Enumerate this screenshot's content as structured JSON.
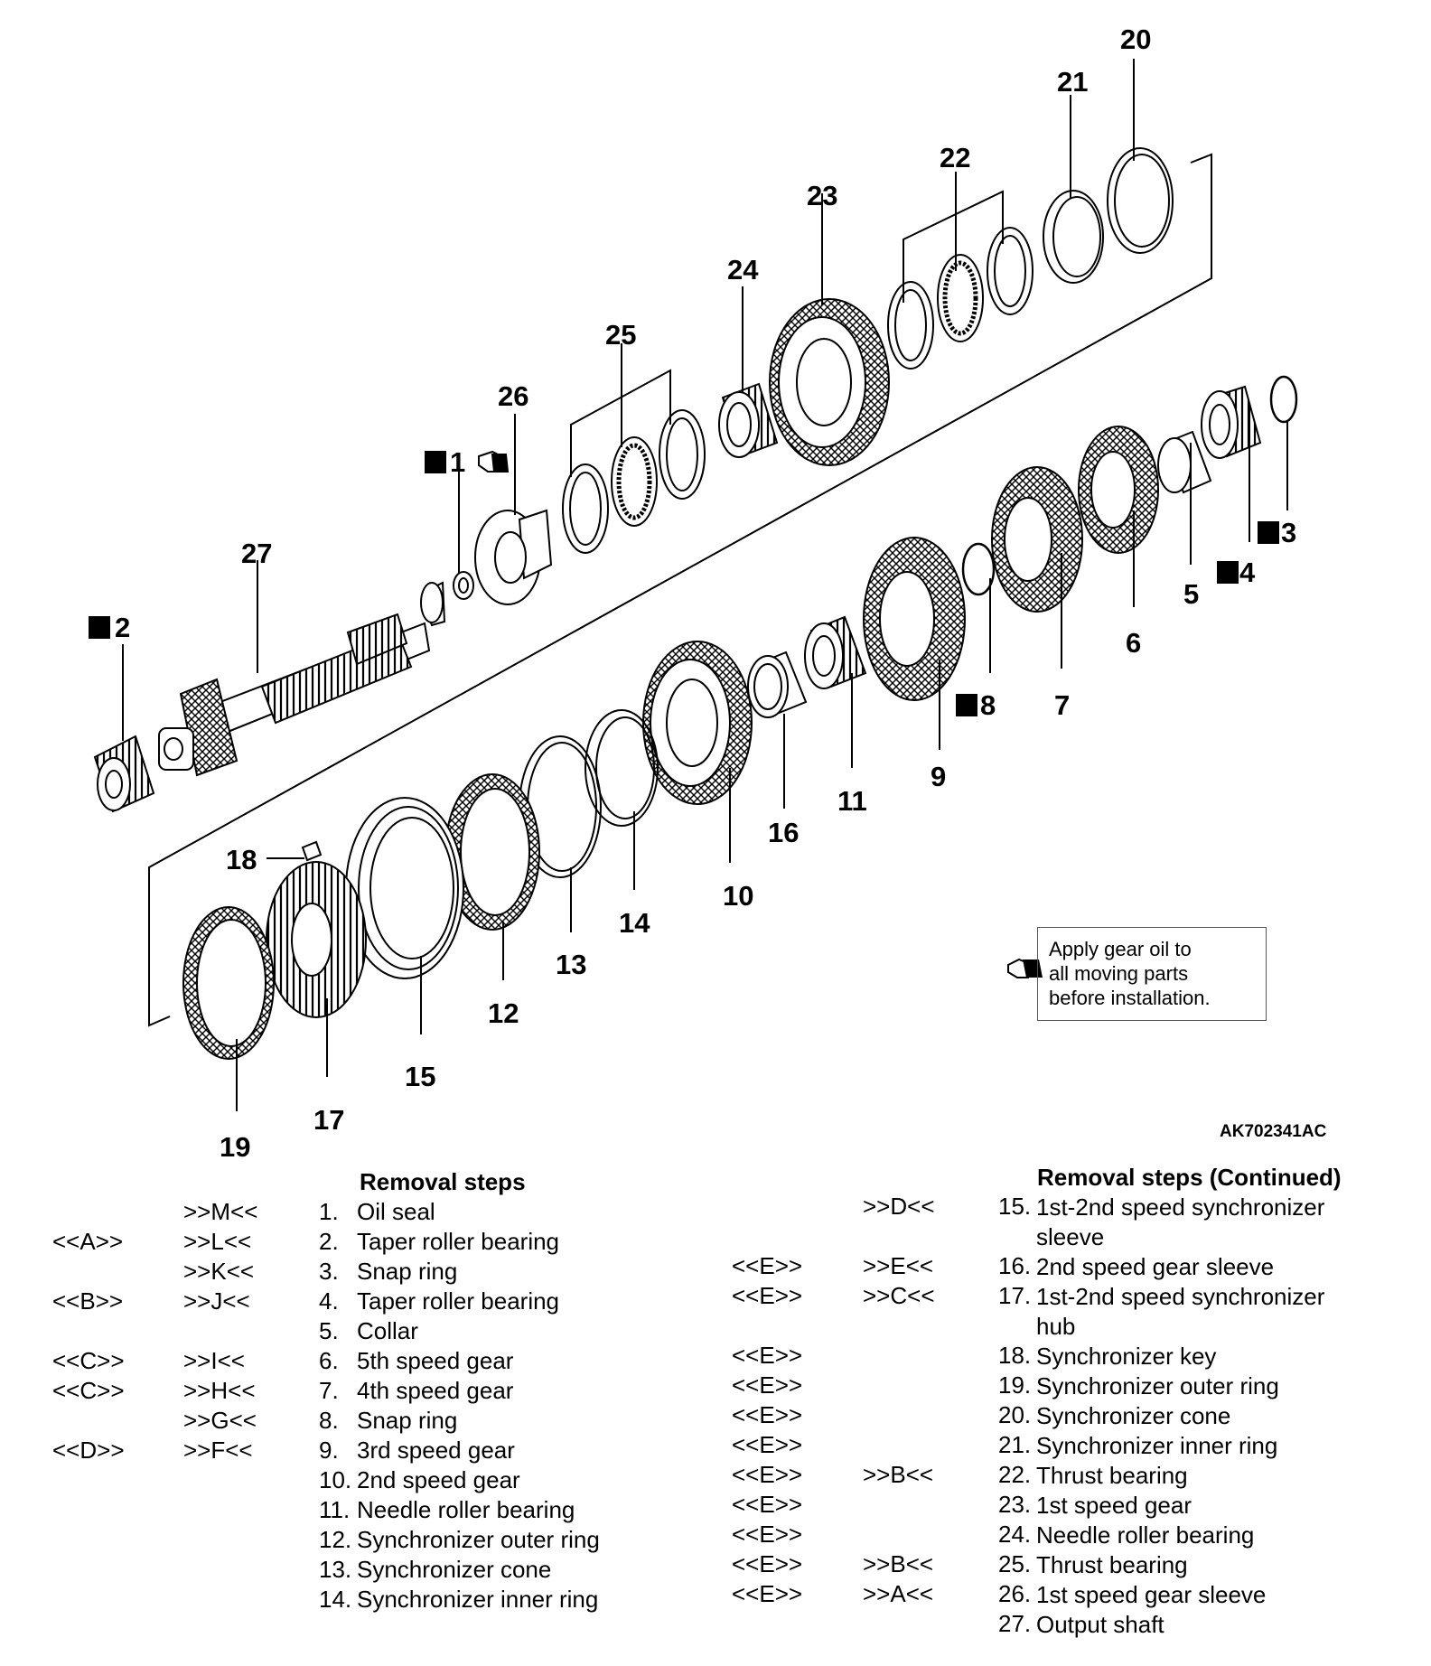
{
  "diagram": {
    "callouts": [
      "20",
      "21",
      "22",
      "23",
      "24",
      "25",
      "26",
      "N1",
      "27",
      "N2",
      "N3",
      "N4",
      "5",
      "6",
      "7",
      "N8",
      "9",
      "11",
      "16",
      "10",
      "14",
      "13",
      "12",
      "15",
      "17",
      "18",
      "19"
    ],
    "new_part_marker": "N",
    "note": [
      "Apply gear oil to",
      "all moving parts",
      "before installation."
    ],
    "note_icon": "oil-can-icon",
    "doc_code": "AK702341AC"
  },
  "removal_steps": {
    "title": "Removal steps",
    "title_continued": "Removal steps (Continued)",
    "left": [
      {
        "a": "",
        "b": ">>M<<",
        "num": "1.",
        "name": "Oil seal"
      },
      {
        "a": "<<A>>",
        "b": ">>L<<",
        "num": "2.",
        "name": "Taper roller bearing"
      },
      {
        "a": "",
        "b": ">>K<<",
        "num": "3.",
        "name": "Snap ring"
      },
      {
        "a": "<<B>>",
        "b": ">>J<<",
        "num": "4.",
        "name": "Taper roller bearing"
      },
      {
        "a": "",
        "b": "",
        "num": "5.",
        "name": "Collar"
      },
      {
        "a": "<<C>>",
        "b": ">>I<<",
        "num": "6.",
        "name": "5th speed gear"
      },
      {
        "a": "<<C>>",
        "b": ">>H<<",
        "num": "7.",
        "name": "4th speed gear"
      },
      {
        "a": "",
        "b": ">>G<<",
        "num": "8.",
        "name": "Snap ring"
      },
      {
        "a": "<<D>>",
        "b": ">>F<<",
        "num": "9.",
        "name": "3rd speed gear"
      },
      {
        "a": "",
        "b": "",
        "num": "10.",
        "name": "2nd speed gear"
      },
      {
        "a": "",
        "b": "",
        "num": "11.",
        "name": "Needle roller bearing"
      },
      {
        "a": "",
        "b": "",
        "num": "12.",
        "name": "Synchronizer outer ring"
      },
      {
        "a": "",
        "b": "",
        "num": "13.",
        "name": "Synchronizer cone"
      },
      {
        "a": "",
        "b": "",
        "num": "14.",
        "name": "Synchronizer inner ring"
      }
    ],
    "right": [
      {
        "a": "",
        "b": ">>D<<",
        "num": "15.",
        "name": "1st-2nd speed synchronizer sleeve"
      },
      {
        "a": "<<E>>",
        "b": ">>E<<",
        "num": "16.",
        "name": "2nd speed gear sleeve"
      },
      {
        "a": "<<E>>",
        "b": ">>C<<",
        "num": "17.",
        "name": "1st-2nd speed synchronizer hub"
      },
      {
        "a": "<<E>>",
        "b": "",
        "num": "18.",
        "name": "Synchronizer key"
      },
      {
        "a": "<<E>>",
        "b": "",
        "num": "19.",
        "name": "Synchronizer outer ring"
      },
      {
        "a": "<<E>>",
        "b": "",
        "num": "20.",
        "name": "Synchronizer cone"
      },
      {
        "a": "<<E>>",
        "b": "",
        "num": "21.",
        "name": "Synchronizer inner ring"
      },
      {
        "a": "<<E>>",
        "b": ">>B<<",
        "num": "22.",
        "name": "Thrust bearing"
      },
      {
        "a": "<<E>>",
        "b": "",
        "num": "23.",
        "name": "1st speed gear"
      },
      {
        "a": "<<E>>",
        "b": "",
        "num": "24.",
        "name": "Needle roller bearing"
      },
      {
        "a": "<<E>>",
        "b": ">>B<<",
        "num": "25.",
        "name": "Thrust bearing"
      },
      {
        "a": "<<E>>",
        "b": ">>A<<",
        "num": "26.",
        "name": "1st speed gear sleeve"
      },
      {
        "a": "",
        "b": "",
        "num": "27.",
        "name": "Output shaft"
      }
    ]
  }
}
